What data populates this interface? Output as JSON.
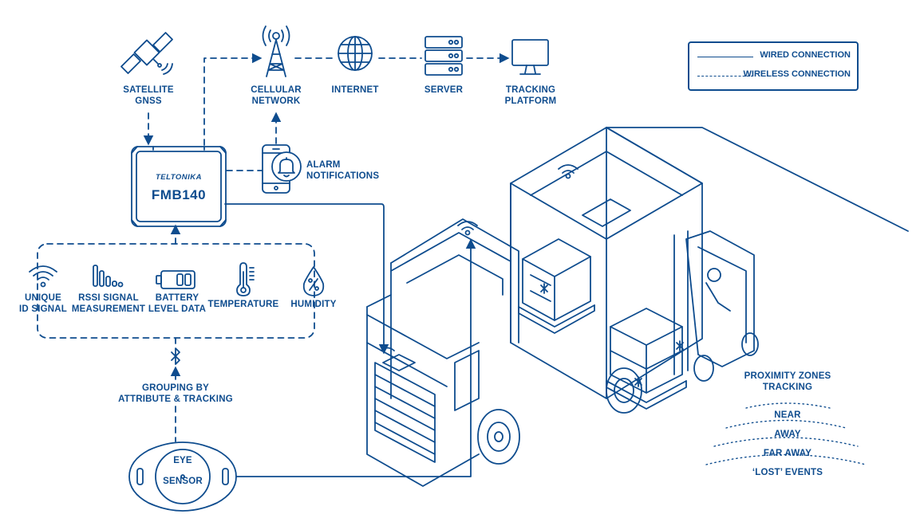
{
  "legend": {
    "wired": "WIRED CONNECTION",
    "wireless": "WIRELESS CONNECTION"
  },
  "nodes": {
    "satellite": [
      "SATELLITE",
      "GNSS"
    ],
    "cellular": [
      "CELLULAR",
      "NETWORK"
    ],
    "internet": [
      "INTERNET"
    ],
    "server": [
      "SERVER"
    ],
    "tracking": [
      "TRACKING",
      "PLATFORM"
    ],
    "alarm": [
      "ALARM",
      "NOTIFICATIONS"
    ]
  },
  "device": {
    "brand": "TELTONIKA",
    "model": "FMB140"
  },
  "sensors": [
    {
      "id": "unique-id",
      "lines": [
        "UNIQUE",
        "ID SIGNAL"
      ],
      "icon": "wifi-signal-icon"
    },
    {
      "id": "rssi",
      "lines": [
        "RSSI SIGNAL",
        "MEASUREMENT"
      ],
      "icon": "signal-bars-icon"
    },
    {
      "id": "battery",
      "lines": [
        "BATTERY",
        "LEVEL DATA"
      ],
      "icon": "battery-icon"
    },
    {
      "id": "temperature",
      "lines": [
        "TEMPERATURE"
      ],
      "icon": "thermometer-icon"
    },
    {
      "id": "humidity",
      "lines": [
        "HUMIDITY"
      ],
      "icon": "humidity-drop-icon"
    }
  ],
  "grouping": [
    "GROUPING BY",
    "ATTRIBUTE & TRACKING"
  ],
  "eye_sensor": [
    "EYE",
    "SENSOR"
  ],
  "proximity": {
    "title": [
      "PROXIMITY ZONES",
      "TRACKING"
    ],
    "zones": [
      "NEAR",
      "AWAY",
      "FAR AWAY",
      "‘LOST’ EVENTS"
    ]
  },
  "colors": {
    "primary": "#0e4c8e",
    "background": "#ffffff"
  }
}
